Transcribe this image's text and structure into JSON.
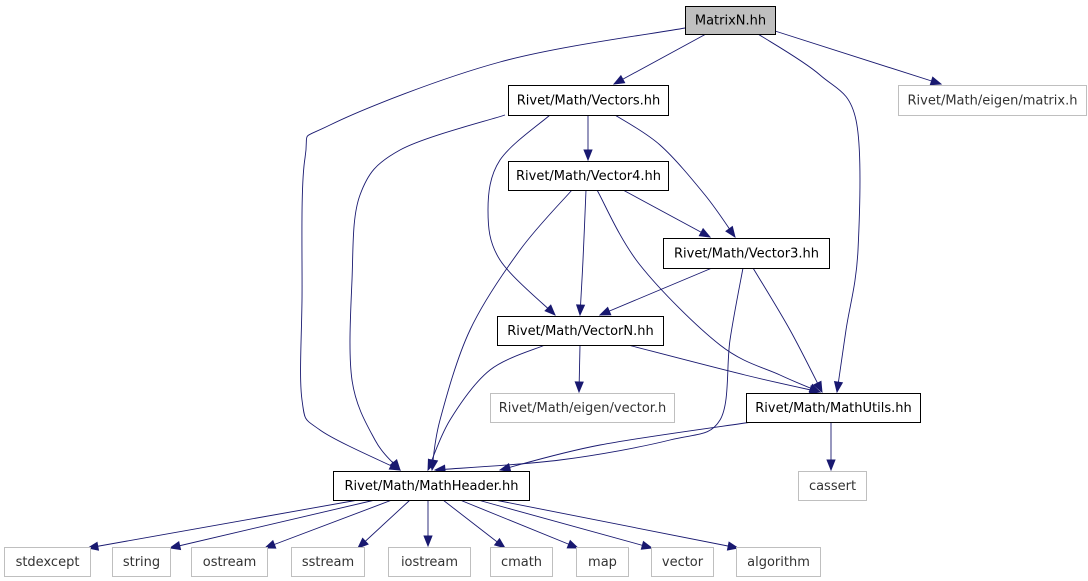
{
  "graph": {
    "colors": {
      "edge": "#191970",
      "root_fill": "#bfbfbf",
      "node_border": "#000000",
      "external_border": "#bfbfbf",
      "background": "#ffffff"
    },
    "nodes": [
      {
        "id": "matrixn",
        "label": "MatrixN.hh",
        "kind": "root"
      },
      {
        "id": "vectors",
        "label": "Rivet/Math/Vectors.hh",
        "kind": "header"
      },
      {
        "id": "eigen_matrix",
        "label": "Rivet/Math/eigen/matrix.h",
        "kind": "external"
      },
      {
        "id": "vector4",
        "label": "Rivet/Math/Vector4.hh",
        "kind": "header"
      },
      {
        "id": "vector3",
        "label": "Rivet/Math/Vector3.hh",
        "kind": "header"
      },
      {
        "id": "vectorn",
        "label": "Rivet/Math/VectorN.hh",
        "kind": "header"
      },
      {
        "id": "eigen_vector",
        "label": "Rivet/Math/eigen/vector.h",
        "kind": "external"
      },
      {
        "id": "mathutils",
        "label": "Rivet/Math/MathUtils.hh",
        "kind": "header"
      },
      {
        "id": "mathheader",
        "label": "Rivet/Math/MathHeader.hh",
        "kind": "header"
      },
      {
        "id": "cassert",
        "label": "cassert",
        "kind": "external"
      },
      {
        "id": "stdexcept",
        "label": "stdexcept",
        "kind": "external"
      },
      {
        "id": "string",
        "label": "string",
        "kind": "external"
      },
      {
        "id": "ostream",
        "label": "ostream",
        "kind": "external"
      },
      {
        "id": "sstream",
        "label": "sstream",
        "kind": "external"
      },
      {
        "id": "iostream",
        "label": "iostream",
        "kind": "external"
      },
      {
        "id": "cmath",
        "label": "cmath",
        "kind": "external"
      },
      {
        "id": "map",
        "label": "map",
        "kind": "external"
      },
      {
        "id": "vector",
        "label": "vector",
        "kind": "external"
      },
      {
        "id": "algorithm",
        "label": "algorithm",
        "kind": "external"
      }
    ],
    "edges": [
      {
        "from": "matrixn",
        "to": "vectors"
      },
      {
        "from": "matrixn",
        "to": "eigen_matrix"
      },
      {
        "from": "matrixn",
        "to": "mathheader"
      },
      {
        "from": "matrixn",
        "to": "mathutils"
      },
      {
        "from": "vectors",
        "to": "vector4"
      },
      {
        "from": "vectors",
        "to": "vector3"
      },
      {
        "from": "vectors",
        "to": "vectorn"
      },
      {
        "from": "vectors",
        "to": "mathheader"
      },
      {
        "from": "vector4",
        "to": "vector3"
      },
      {
        "from": "vector4",
        "to": "vectorn"
      },
      {
        "from": "vector4",
        "to": "mathutils"
      },
      {
        "from": "vector4",
        "to": "mathheader"
      },
      {
        "from": "vector3",
        "to": "vectorn"
      },
      {
        "from": "vector3",
        "to": "mathutils"
      },
      {
        "from": "vector3",
        "to": "mathheader"
      },
      {
        "from": "vectorn",
        "to": "eigen_vector"
      },
      {
        "from": "vectorn",
        "to": "mathutils"
      },
      {
        "from": "vectorn",
        "to": "mathheader"
      },
      {
        "from": "mathutils",
        "to": "mathheader"
      },
      {
        "from": "mathutils",
        "to": "cassert"
      },
      {
        "from": "mathheader",
        "to": "stdexcept"
      },
      {
        "from": "mathheader",
        "to": "string"
      },
      {
        "from": "mathheader",
        "to": "ostream"
      },
      {
        "from": "mathheader",
        "to": "sstream"
      },
      {
        "from": "mathheader",
        "to": "iostream"
      },
      {
        "from": "mathheader",
        "to": "cmath"
      },
      {
        "from": "mathheader",
        "to": "map"
      },
      {
        "from": "mathheader",
        "to": "vector"
      },
      {
        "from": "mathheader",
        "to": "algorithm"
      }
    ]
  }
}
